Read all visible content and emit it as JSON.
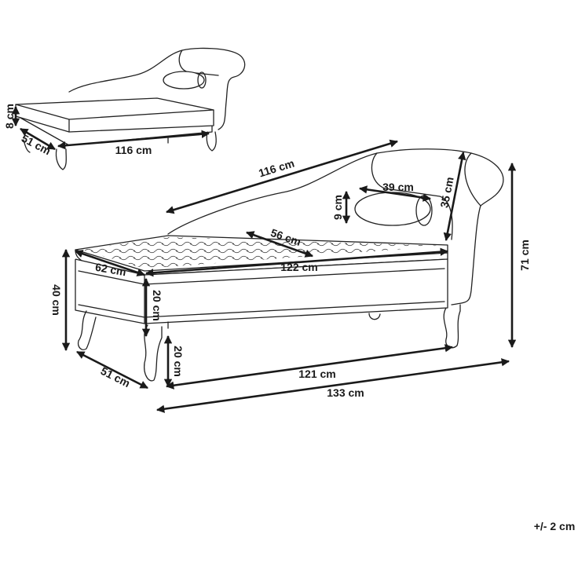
{
  "small_view": {
    "height_label": "8 cm",
    "depth_label": "51 cm",
    "length_label": "116 cm"
  },
  "main_view": {
    "backrest_length_label": "116 cm",
    "bolster_length_label": "39 cm",
    "bolster_diameter_label": "9 cm",
    "armrest_height_label": "35 cm",
    "total_height_label": "71 cm",
    "cushion_width_label": "56 cm",
    "seat_depth_label": "62 cm",
    "seat_length_label": "122 cm",
    "seat_height_label": "40 cm",
    "box_height_label": "20 cm",
    "leg_height_label": "20 cm",
    "base_depth_label": "51 cm",
    "base_length_label": "121 cm",
    "total_length_label": "133 cm"
  },
  "tolerance_label": "+/- 2 cm"
}
